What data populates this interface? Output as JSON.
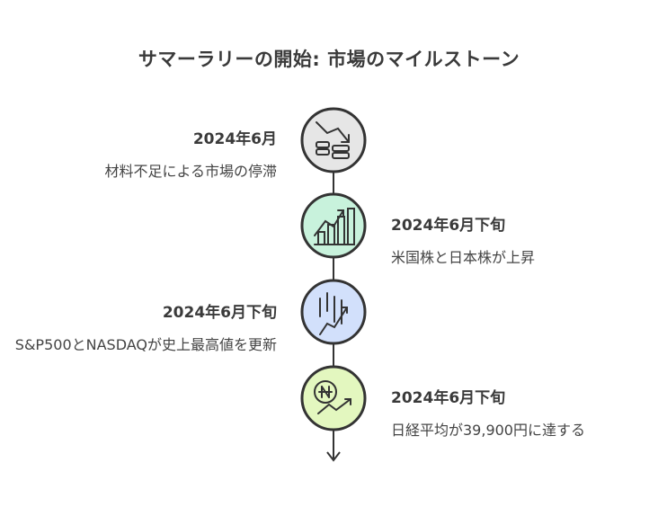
{
  "title": "サマーラリーの開始: 市場のマイルストーン",
  "milestones": [
    {
      "date": "2024年6月",
      "description": "材料不足による市場の停滞",
      "icon": "declining-bar-chart-icon",
      "color": "#e6e6e6"
    },
    {
      "date": "2024年6月下旬",
      "description": "米国株と日本株が上昇",
      "icon": "rising-bar-chart-icon",
      "color": "#c8f2dc"
    },
    {
      "date": "2024年6月下旬",
      "description": "S&P500とNASDAQが史上最高値を更新",
      "icon": "candlestick-chart-icon",
      "color": "#d2e0fb"
    },
    {
      "date": "2024年6月下旬",
      "description": "日経平均が39,900円に達する",
      "icon": "currency-growth-icon",
      "color": "#e3f7bf"
    }
  ]
}
